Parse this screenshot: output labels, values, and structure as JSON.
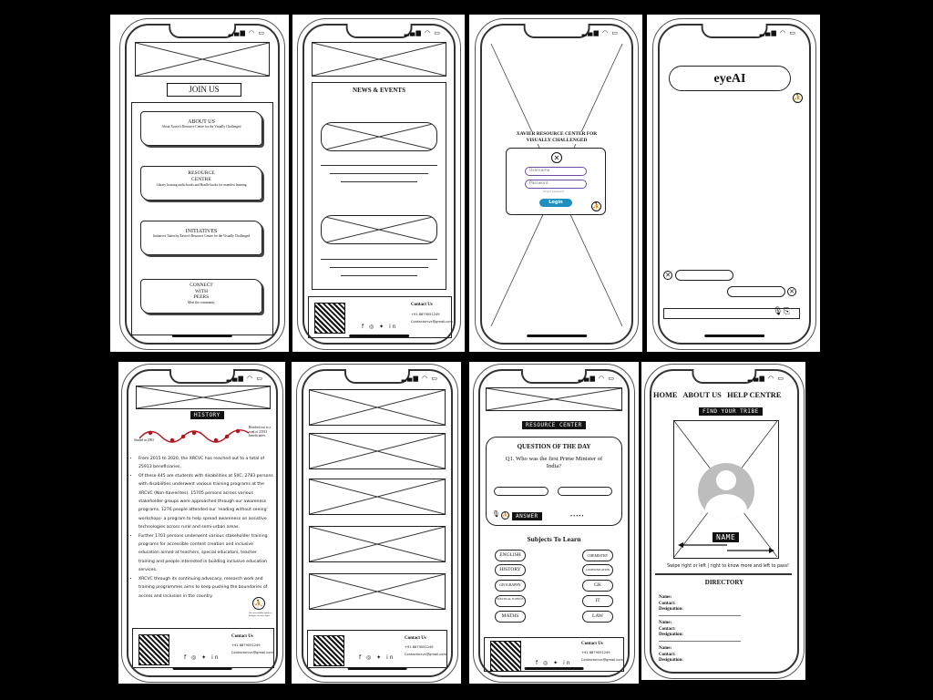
{
  "status_icons": "▂▄▆ ◠ ▭",
  "icons": {
    "accessibility": "accessibility-icon",
    "close": "close-icon",
    "mic": "microphone-icon",
    "attach": "paperclip-icon",
    "mail": "mail-icon",
    "phone": "phone-icon"
  },
  "screen1": {
    "join_label": "JOIN US",
    "cards": [
      {
        "title": "ABOUT US",
        "desc": "About Xavier's Resource Centre for the Visually Challenged"
      },
      {
        "title": "RESOURCE\nCENTRE",
        "desc": "Library housing audio books and Braille books for seamless learning"
      },
      {
        "title": "INITIATIVES",
        "desc": "Initiatives Taken by Xavier's Resource Centre for the Visually Challenged"
      },
      {
        "title": "CONNECT\nWITH\nPEERS",
        "desc": "Meet the community"
      }
    ]
  },
  "screen2": {
    "heading": "NEWS & EVENTS"
  },
  "screen3": {
    "org_name": "XAVIER RESOURCE CENTER FOR\nVISUALLY CHALLENGED",
    "username_placeholder": "Username",
    "password_placeholder": "Password",
    "forgot": "Forgot password",
    "login_label": "Login"
  },
  "screen4": {
    "title": "eyeAI"
  },
  "screen5": {
    "badge": "HISTORY",
    "chart_note_left": "Started in 2003",
    "chart_note_right": "Reached out to a total of 25913 beneficiaries",
    "bullets": [
      "From 2015 to 2020, the XRCVC has reached out to a total of 25913 beneficiaries.",
      "Of these 445 are students with disabilities at SXC, 2783 persons with disabilities underwent various training programs at the XRCVC (Non-Xavierites). 15705 persons across various stakeholder groups were approached through our awareness programs, 1276 people attended our 'reading without seeing' workshops- a program to help spread awareness on assistive technologies across rural and semi-urban areas.",
      "Further 1701 persons underwent various stakeholder training programs for accessible content creation and inclusive education aimed at teachers, special educators, teacher training and people interested in building inclusive education services.",
      "XRCVC through its continuing advocacy, research work and training programmes aims to keep pushing the boundaries of access and inclusion in the country."
    ],
    "acc_note": "Use accessibility button to navigate via voice input"
  },
  "screen7": {
    "badge": "RESOURCE CENTER",
    "qotd_title": "QUESTION OF THE DAY",
    "question": "Q1. Who was the first Prime Minister of India?",
    "answer_badge": "ANSWER",
    "subjects_title": "Subjects To Learn",
    "subjects_left": [
      "ENGLISH",
      "HISTORY",
      "GEOGRAPHY",
      "POLITICAL SCIENCE",
      "MATHS"
    ],
    "subjects_right": [
      "CHEMISTRY",
      "COMMUNICATION",
      "GK",
      "IT",
      "LAW"
    ]
  },
  "screen8": {
    "nav": [
      "HOME",
      "ABOUT US",
      "HELP CENTRE"
    ],
    "badge": "FIND YOUR TRIBE",
    "name_badge": "NAME",
    "swipe": "Swipe right or left | right to know more and left to pass!",
    "directory": "DIRECTORY",
    "dir_labels": [
      "Name:",
      "Contact:",
      "Designation:"
    ]
  },
  "footer": {
    "contact_title": "Contact Us",
    "phone": "+91 8879051249",
    "email": "Contactxrcvc@gmail.com",
    "social": "f  ◎  ✦  in"
  }
}
